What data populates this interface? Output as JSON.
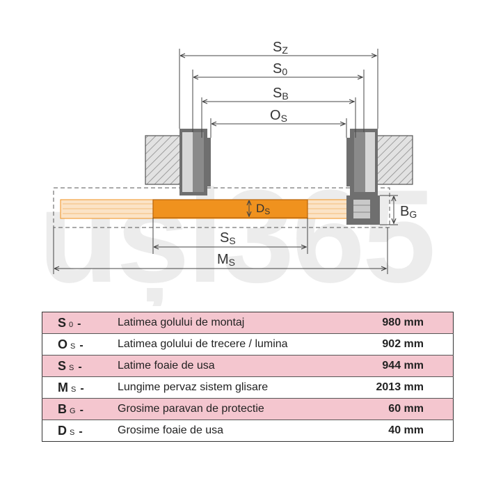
{
  "diagram": {
    "dimension_labels": {
      "sz": {
        "main": "S",
        "sub": "Z"
      },
      "s0": {
        "main": "S",
        "sub": "0"
      },
      "sb": {
        "main": "S",
        "sub": "B"
      },
      "os": {
        "main": "O",
        "sub": "S"
      },
      "ds": {
        "main": "D",
        "sub": "S"
      },
      "bg": {
        "main": "B",
        "sub": "G"
      },
      "ss": {
        "main": "S",
        "sub": "S"
      },
      "ms": {
        "main": "M",
        "sub": "S"
      }
    },
    "watermark": "uși365",
    "colors": {
      "door_leaf": "#f0921e",
      "door_leaf_outline": "#b8650a",
      "glass_panel": "#fbe3c6",
      "wall_fill": "#e2e2e2",
      "wall_hatch": "#8c8c8c",
      "frame": "#6f6f6f",
      "dimension_line": "#444444",
      "watermark": "#ededed"
    }
  },
  "table": {
    "rows": [
      {
        "symbol": "S",
        "sub": "0",
        "dash": "-",
        "description": "Latimea golului de montaj",
        "value": "980 mm",
        "highlight": true
      },
      {
        "symbol": "O",
        "sub": "S",
        "dash": "-",
        "description": "Latimea golului de trecere / lumina",
        "value": "902 mm",
        "highlight": false
      },
      {
        "symbol": "S",
        "sub": "S",
        "dash": "-",
        "description": "Latime foaie de usa",
        "value": "944 mm",
        "highlight": true
      },
      {
        "symbol": "M",
        "sub": "S",
        "dash": "-",
        "description": "Lungime pervaz sistem glisare",
        "value": "2013 mm",
        "highlight": false
      },
      {
        "symbol": "B",
        "sub": "G",
        "dash": "-",
        "description": "Grosime paravan de protectie",
        "value": "60 mm",
        "highlight": true
      },
      {
        "symbol": "D",
        "sub": "S",
        "dash": "-",
        "description": "Grosime foaie de usa",
        "value": "40 mm",
        "highlight": false
      }
    ]
  }
}
